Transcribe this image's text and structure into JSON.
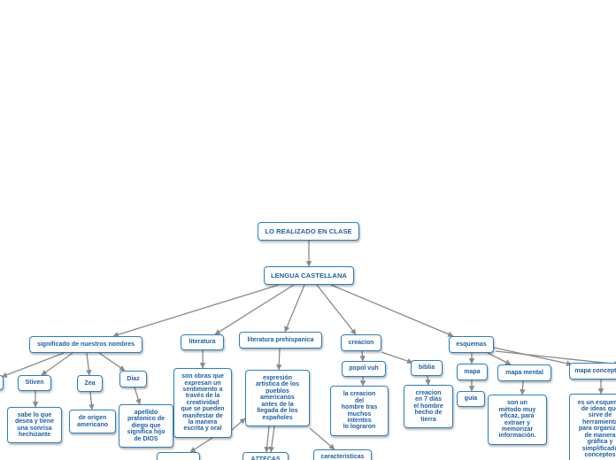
{
  "nodes": {
    "root": "LO REALIZADO EN CLASE",
    "lengua": "LENGUA CASTELLANA",
    "significado": "significado de nuestros nombres",
    "stiven": "Stiven",
    "stiven_desc": "sabe lo que\ndesea y tiene\nuna sonrisa\nhechizante",
    "zea": "Zea",
    "zea_desc": "de origen\namericano",
    "diaz": "Diaz",
    "diaz_desc": "apellido\npratonico  de\ndiego que\nsignifica hijo\nde DIOS",
    "literatura": "literatura",
    "literatura_desc": "son obras que\nexpresan un\nsentimiento a\ntravés de la\ncreatividad\nque se pueden\nmanifestar de\nla manera\nescrita y oral",
    "prehispanica": "literatura prehispanica",
    "prehispanica_desc": "expresión\nartística de los\npueblos\namericanos\nantes de la\nllegada de los\nespañoles",
    "aztecas": "AZTECAS",
    "caracteristicas": "caracteristicas",
    "creacion": "creacion",
    "popol_vuh": "popol vuh",
    "popol_desc": "la creacion\ndel\nhombre tras\nmuchos\nintentos\nlo lograron",
    "biblia": "biblia",
    "biblia_desc": "creacion\nen 7 días\nel hombre\nhecho de\ntierra",
    "esquemas": "esquemas",
    "mapa": "mapa",
    "guia": "guia",
    "mapa_mental": "mapa mental",
    "mapa_mental_desc": "son un\nmétodo muy\neficaz, para\nextraer y\nmemorizar\ninformación.",
    "mapa_conceptual": "mapa conceptual",
    "mapa_conceptual_desc": "es un esquema\nde ideas que\nsirve de\nherramienta\npara organizar\nde manera\ngráfica y\nsimplificada\nconceptos"
  },
  "colors": {
    "border": "#2a7fbf",
    "text": "#1c5fa6",
    "connector": "#8a8a8a"
  }
}
